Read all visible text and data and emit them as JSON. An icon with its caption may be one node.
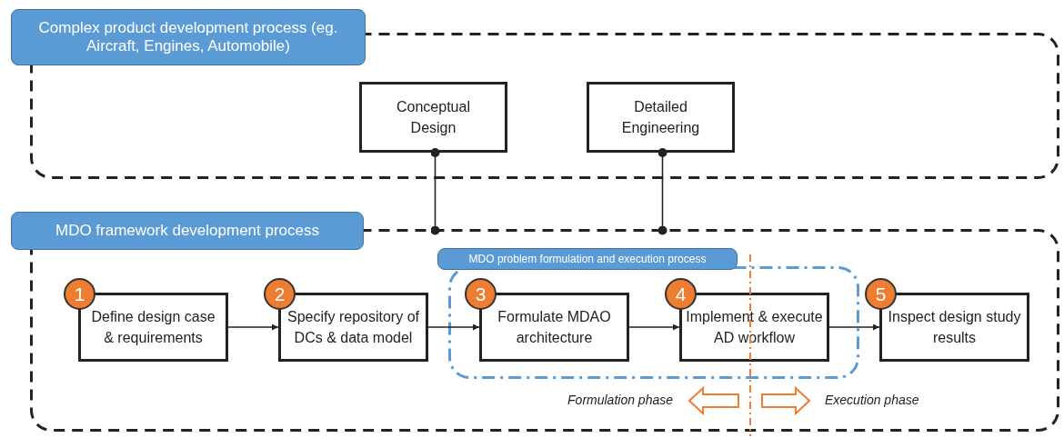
{
  "diagram": {
    "nodes": [
      {
        "text": [
          "Complex product development process (eg. Aircraft, Engines, Automobile)"
        ]
      },
      {
        "text": [
          "Conceptual Design"
        ],
        "in": 0
      },
      {
        "text": [
          "Detailed Engineering"
        ],
        "in": 0
      },
      {
        "text": [
          "MDO framework development process"
        ]
      },
      {
        "text": [
          "MDO problem formulation and execution process"
        ],
        "in": 3
      },
      {
        "text": [
          "1",
          "Define design case & requirements"
        ],
        "in": 3
      },
      {
        "text": [
          "2",
          "Specify repository of DCs & data model"
        ],
        "in": 3
      },
      {
        "text": [
          "3",
          "Formulate MDAO architecture"
        ],
        "in": 4
      },
      {
        "text": [
          "4",
          "Implement & execute AD workflow"
        ],
        "in": 4
      },
      {
        "text": [
          "5",
          "Inspect design study results"
        ],
        "in": 3
      }
    ],
    "edges": [
      {
        "from": 1,
        "to": 3,
        "arrow": "other"
      },
      {
        "from": 2,
        "to": 3,
        "arrow": "other"
      },
      {
        "from": 5,
        "to": 6,
        "arrow": "to"
      },
      {
        "from": 6,
        "to": 7,
        "arrow": "to"
      },
      {
        "from": 7,
        "to": 8,
        "arrow": "to"
      },
      {
        "from": 8,
        "to": 9,
        "arrow": "to"
      }
    ],
    "labels": [
      "Formulation phase",
      "Execution phase"
    ]
  }
}
